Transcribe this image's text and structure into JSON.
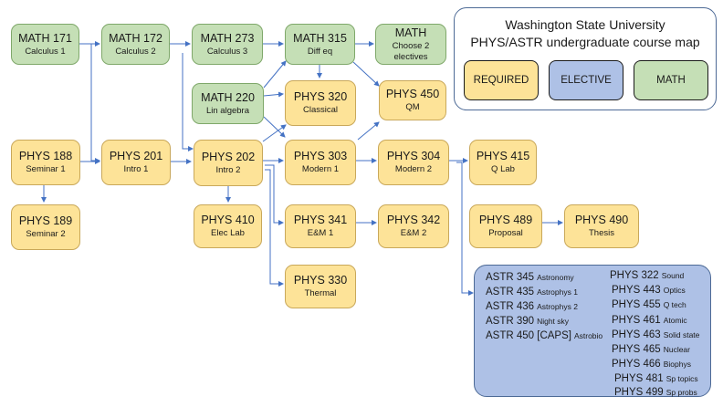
{
  "header": {
    "line1": "Washington State University",
    "line2": "PHYS/ASTR undergraduate course map"
  },
  "legend": {
    "required": "REQUIRED",
    "elective": "ELECTIVE",
    "math": "MATH"
  },
  "colors": {
    "math": "#c5dfb6",
    "required": "#fde398",
    "elective": "#aec1e6",
    "arrow": "#4472c4"
  },
  "courses": {
    "math171": {
      "code": "MATH 171",
      "name": "Calculus 1"
    },
    "math172": {
      "code": "MATH 172",
      "name": "Calculus 2"
    },
    "math273": {
      "code": "MATH 273",
      "name": "Calculus 3"
    },
    "math315": {
      "code": "MATH 315",
      "name": "Diff eq"
    },
    "mathelec": {
      "code": "MATH",
      "name": "Choose 2 electives"
    },
    "math220": {
      "code": "MATH 220",
      "name": "Lin algebra"
    },
    "phys320": {
      "code": "PHYS 320",
      "name": "Classical"
    },
    "phys450": {
      "code": "PHYS 450",
      "name": "QM"
    },
    "phys188": {
      "code": "PHYS 188",
      "name": "Seminar 1"
    },
    "phys201": {
      "code": "PHYS 201",
      "name": "Intro 1"
    },
    "phys202": {
      "code": "PHYS 202",
      "name": "Intro 2"
    },
    "phys303": {
      "code": "PHYS 303",
      "name": "Modern 1"
    },
    "phys304": {
      "code": "PHYS 304",
      "name": "Modern 2"
    },
    "phys415": {
      "code": "PHYS 415",
      "name": "Q Lab"
    },
    "phys189": {
      "code": "PHYS 189",
      "name": "Seminar 2"
    },
    "phys410": {
      "code": "PHYS 410",
      "name": "Elec Lab"
    },
    "phys341": {
      "code": "PHYS 341",
      "name": "E&M 1"
    },
    "phys342": {
      "code": "PHYS 342",
      "name": "E&M 2"
    },
    "phys489": {
      "code": "PHYS 489",
      "name": "Proposal"
    },
    "phys490": {
      "code": "PHYS 490",
      "name": "Thesis"
    },
    "phys330": {
      "code": "PHYS 330",
      "name": "Thermal"
    }
  },
  "electives_left": [
    {
      "code": "ASTR 345",
      "title": "Astronomy"
    },
    {
      "code": "ASTR 435",
      "title": "Astrophys 1"
    },
    {
      "code": "ASTR 436",
      "title": "Astrophys 2"
    },
    {
      "code": "ASTR 390",
      "title": "Night sky"
    },
    {
      "code": "ASTR 450 [CAPS]",
      "title": "Astrobio"
    }
  ],
  "electives_right": [
    {
      "code": "PHYS 322",
      "title": "Sound"
    },
    {
      "code": "PHYS 443",
      "title": "Optics"
    },
    {
      "code": "PHYS 455",
      "title": "Q tech"
    },
    {
      "code": "PHYS 461",
      "title": "Atomic"
    },
    {
      "code": "PHYS 463",
      "title": "Solid state"
    },
    {
      "code": "PHYS 465",
      "title": "Nuclear"
    },
    {
      "code": "PHYS 466",
      "title": "Biophys"
    },
    {
      "code": "PHYS 481",
      "title": "Sp topics"
    },
    {
      "code": "PHYS 499",
      "title": "Sp probs"
    }
  ]
}
